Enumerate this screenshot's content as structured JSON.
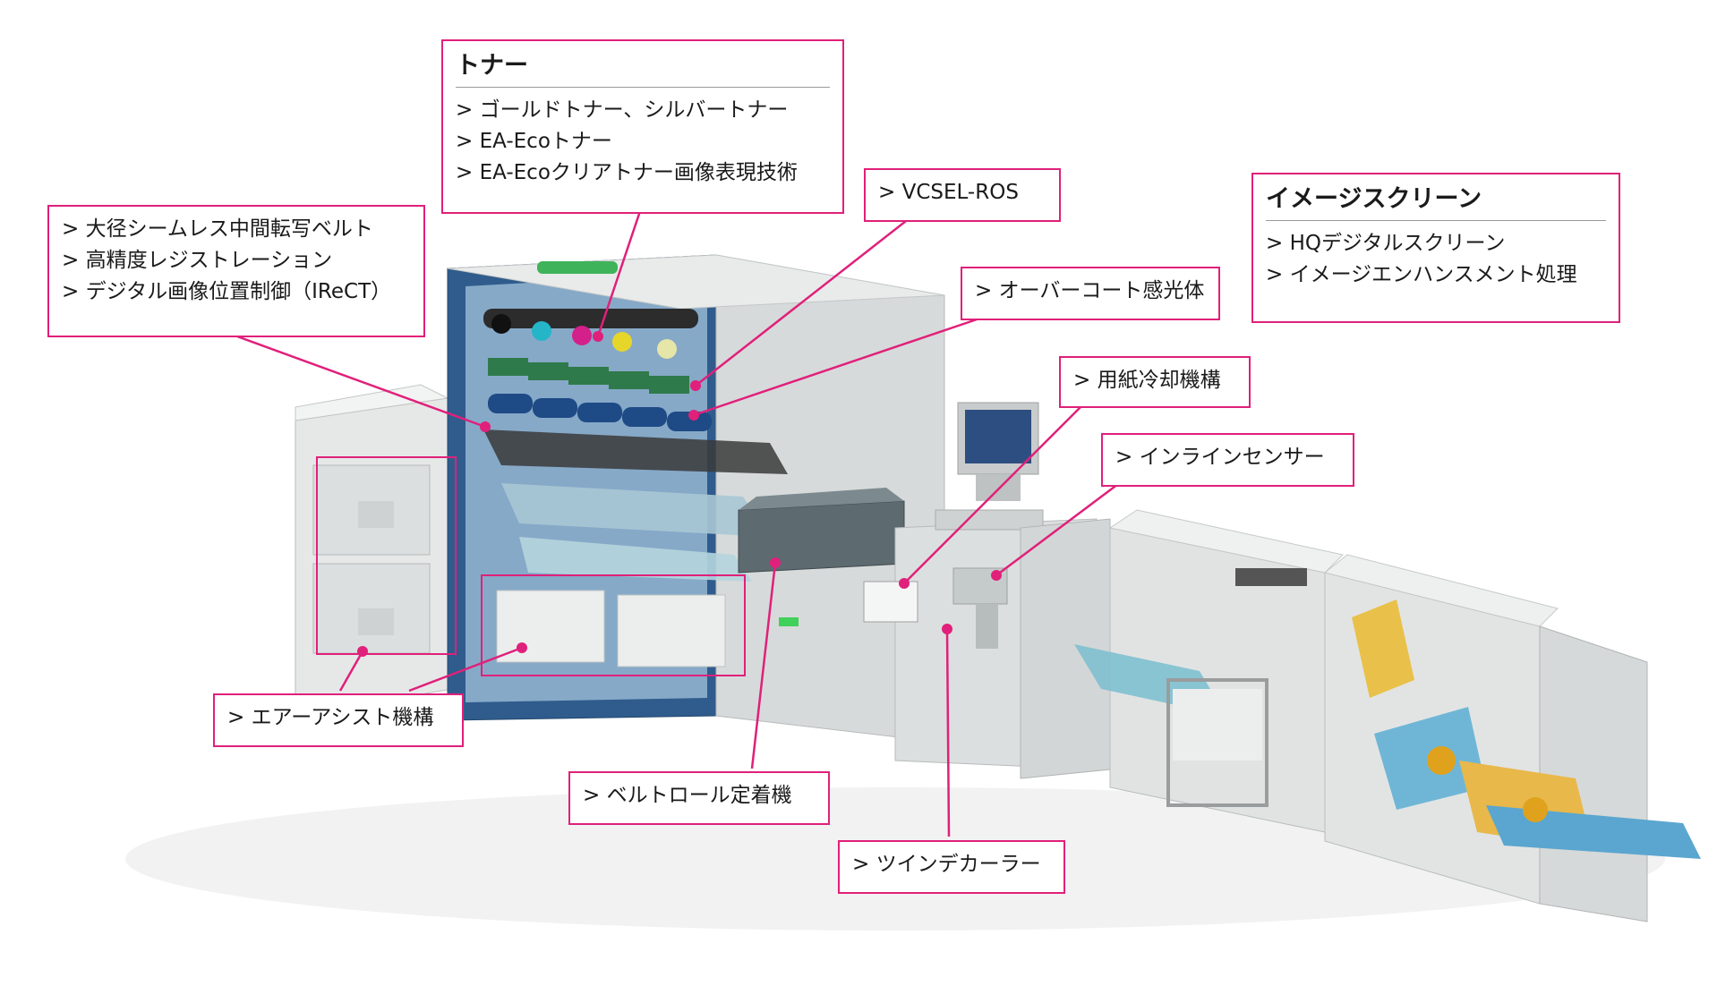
{
  "colors": {
    "accent": "#e0207a",
    "machine_body": "#d9dcdc",
    "machine_panel": "#2f5c8c"
  },
  "callouts": {
    "toner": {
      "title": "トナー",
      "items": [
        "ゴールドトナー、シルバートナー",
        "EA-Ecoトナー",
        "EA-Ecoクリアトナー画像表現技術"
      ]
    },
    "belt": {
      "items": [
        "大径シームレス中間転写ベルト",
        "高精度レジストレーション",
        "デジタル画像位置制御（IReCT）"
      ]
    },
    "vcsel": {
      "items": [
        "VCSEL-ROS"
      ]
    },
    "image_screen": {
      "title": "イメージスクリーン",
      "items": [
        "HQデジタルスクリーン",
        "イメージエンハンスメント処理"
      ]
    },
    "overcoat": {
      "items": [
        "オーバーコート感光体"
      ]
    },
    "cooling": {
      "items": [
        "用紙冷却機構"
      ]
    },
    "inline_sensor": {
      "items": [
        "インラインセンサー"
      ]
    },
    "air_assist": {
      "items": [
        "エアーアシスト機構"
      ]
    },
    "belt_roll": {
      "items": [
        "ベルトロール定着機"
      ]
    },
    "twin_decurler": {
      "items": [
        "ツインデカーラー"
      ]
    }
  }
}
